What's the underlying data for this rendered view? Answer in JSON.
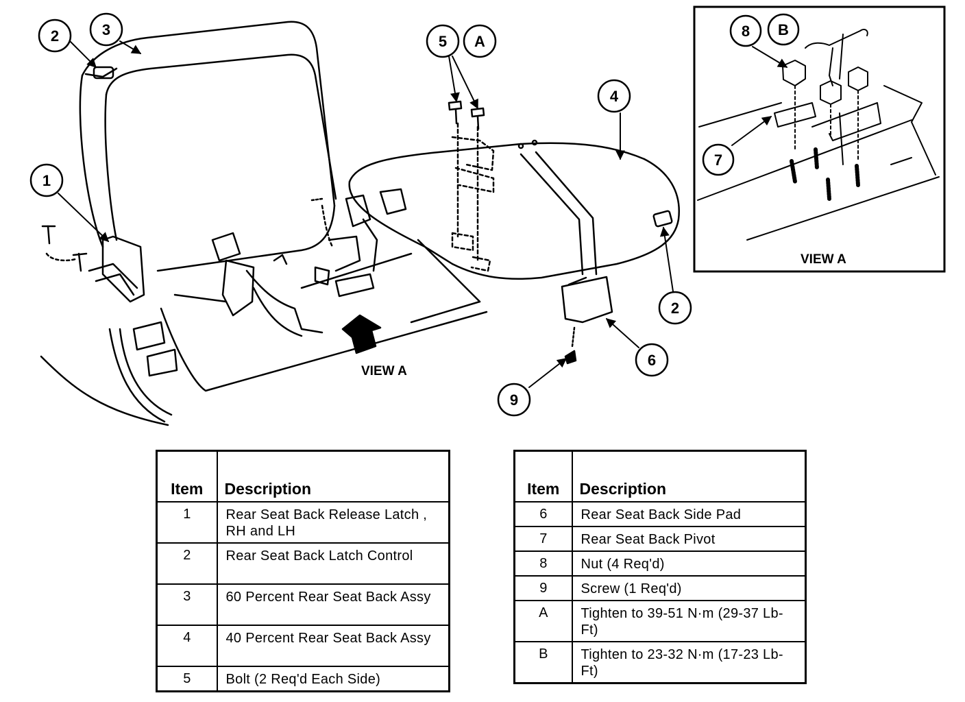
{
  "diagram": {
    "callouts": {
      "c1": "1",
      "c2a": "2",
      "c3": "3",
      "c5": "5",
      "cA": "A",
      "c4": "4",
      "c2b": "2",
      "c6": "6",
      "c9": "9",
      "c8": "8",
      "cB": "B",
      "c7": "7"
    },
    "view_label_main": "VIEW A",
    "view_label_inset": "VIEW A"
  },
  "legend_left": {
    "header_item": "Item",
    "header_description": "Description",
    "rows": [
      {
        "item": "1",
        "description": "Rear Seat Back Release Latch , RH and LH"
      },
      {
        "item": "2",
        "description": "Rear Seat Back Latch Control"
      },
      {
        "item": "3",
        "description": "60 Percent Rear Seat Back Assy"
      },
      {
        "item": "4",
        "description": "40 Percent Rear Seat Back Assy"
      },
      {
        "item": "5",
        "description": "Bolt (2 Req'd Each Side)"
      }
    ]
  },
  "legend_right": {
    "header_item": "Item",
    "header_description": "Description",
    "rows": [
      {
        "item": "6",
        "description": "Rear Seat Back Side Pad"
      },
      {
        "item": "7",
        "description": "Rear Seat Back Pivot"
      },
      {
        "item": "8",
        "description": "Nut (4 Req'd)"
      },
      {
        "item": "9",
        "description": "Screw (1 Req'd)"
      },
      {
        "item": "A",
        "description": "Tighten to 39-51 N·m (29-37 Lb-Ft)"
      },
      {
        "item": "B",
        "description": "Tighten to 23-32 N·m (17-23 Lb-Ft)"
      }
    ]
  }
}
